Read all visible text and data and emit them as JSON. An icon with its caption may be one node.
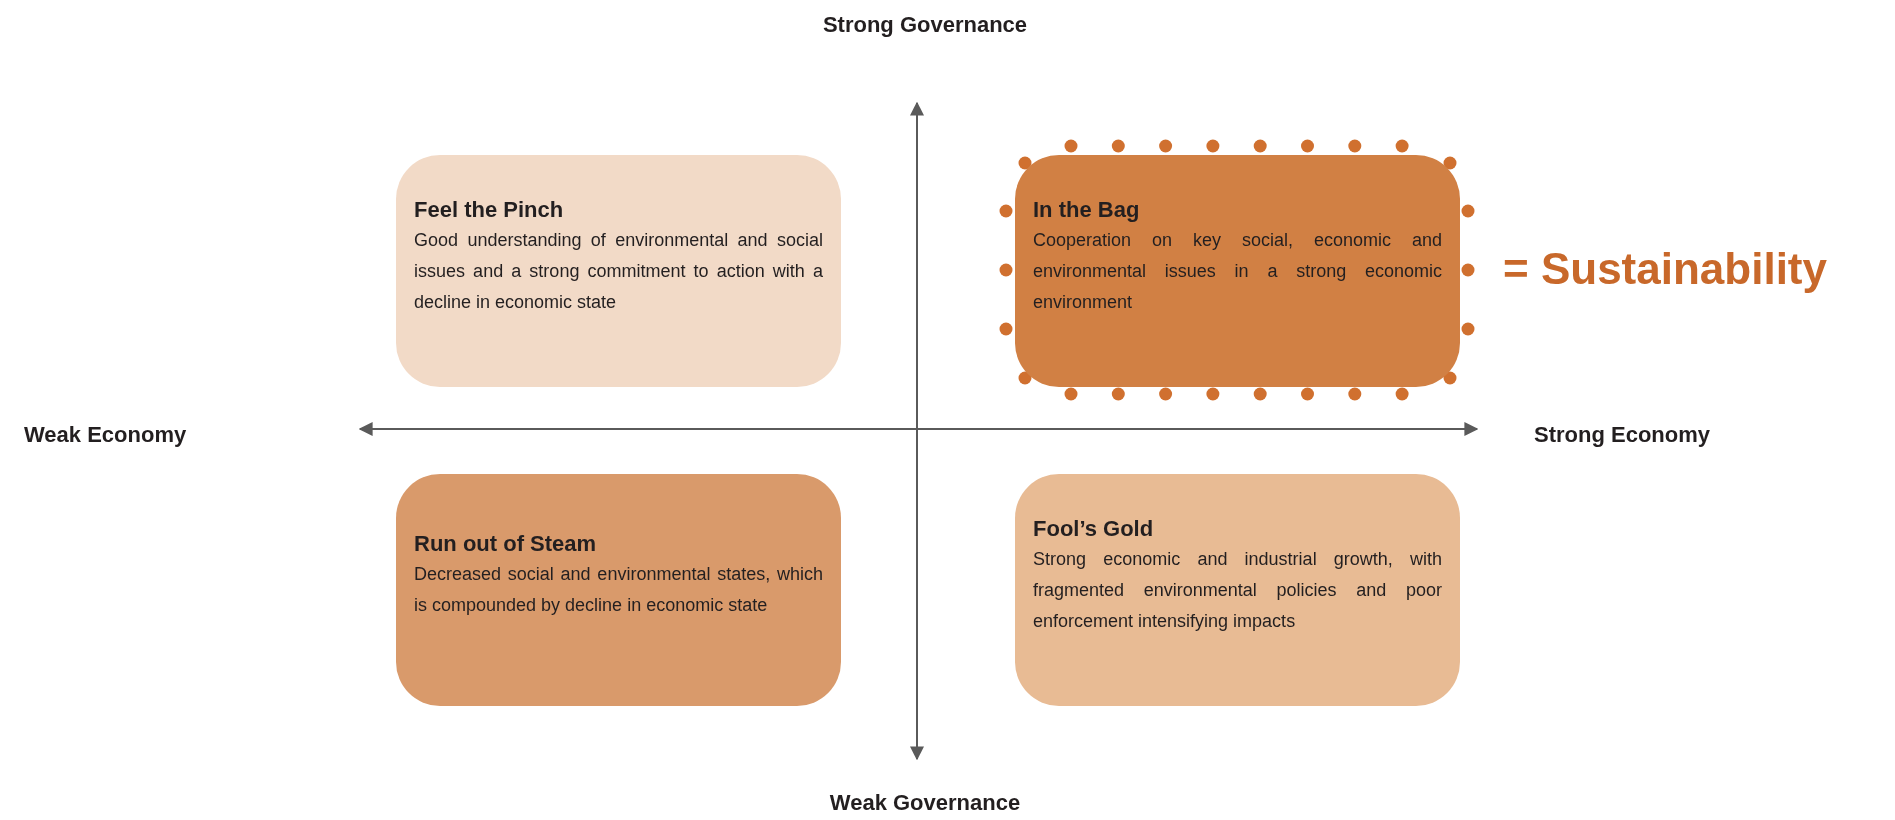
{
  "diagram": {
    "nodes": [
      {
        "text": [
          "Feel the Pinch",
          "Good understanding of environmental and social issues and a strong commitment to action with a decline in economic state"
        ]
      },
      {
        "text": [
          "In the Bag",
          "Cooperation on key social, economic and environmental issues in a strong economic environment"
        ]
      },
      {
        "text": [
          "Run out of Steam",
          "Decreased social and environmental states, which is compounded by decline in economic state"
        ]
      },
      {
        "text": [
          "Fool’s Gold",
          "Strong economic and industrial growth, with fragmented environmental policies and poor enforcement intensifying impacts"
        ]
      }
    ],
    "edges": [],
    "labels": [
      "Strong Governance",
      "= Sustainability",
      "Weak Economy",
      "Strong Economy",
      "Weak Governance"
    ]
  }
}
